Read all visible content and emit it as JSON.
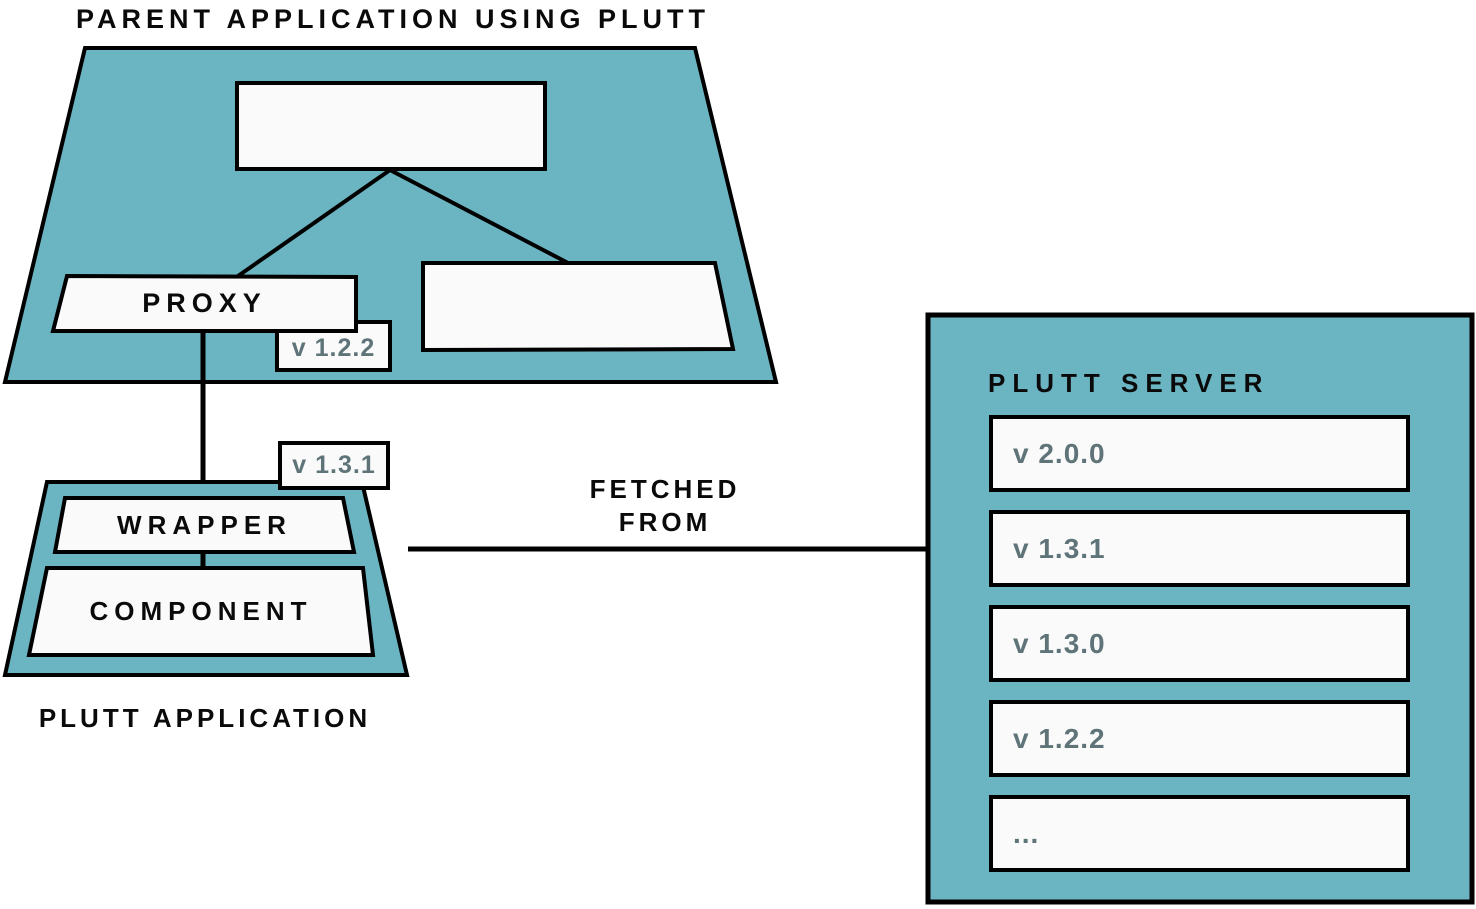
{
  "colors": {
    "teal": "#6bb5c2",
    "box_fill": "#fafafa",
    "border": "#000000",
    "version_text": "#5f7478",
    "label_text": "#0a0a0a"
  },
  "parent_app": {
    "title": "PARENT APPLICATION USING PLUTT",
    "proxy_label": "PROXY",
    "proxy_version": "v 1.2.2"
  },
  "plutt_app": {
    "title": "PLUTT APPLICATION",
    "wrapper_label": "WRAPPER",
    "component_label": "COMPONENT",
    "version": "v 1.3.1"
  },
  "arrow": {
    "label_line1": "FETCHED",
    "label_line2": "FROM"
  },
  "server": {
    "title": "PLUTT SERVER",
    "versions": [
      "v 2.0.0",
      "v 1.3.1",
      "v 1.3.0",
      "v 1.2.2",
      "..."
    ]
  }
}
